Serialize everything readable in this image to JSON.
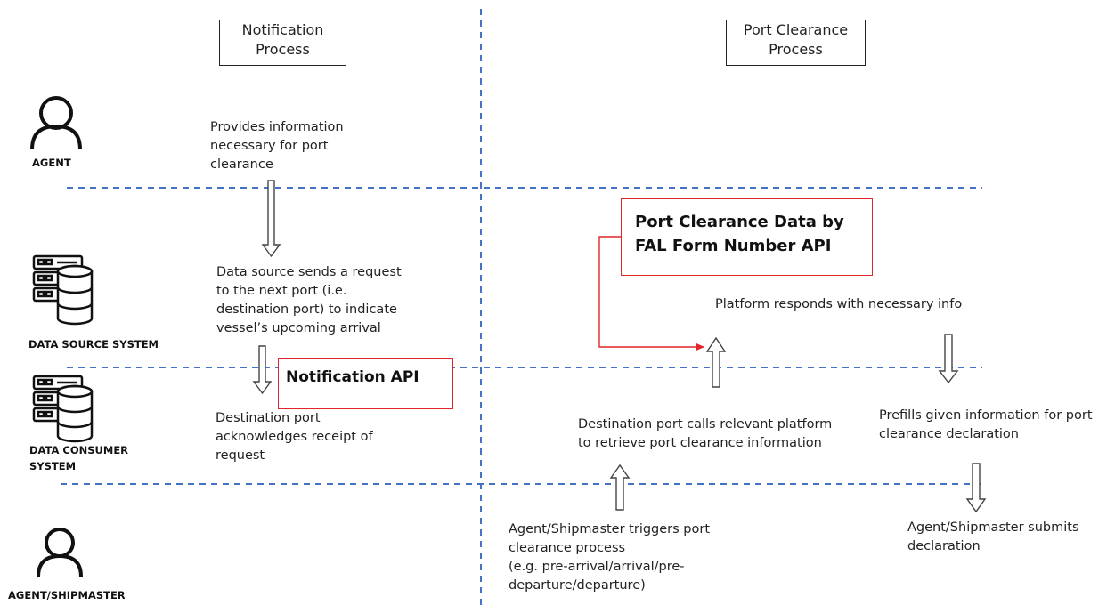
{
  "headers": {
    "notification": "Notification\nProcess",
    "port_clearance": "Port Clearance\nProcess"
  },
  "actors": {
    "agent": "AGENT",
    "data_source": "DATA SOURCE SYSTEM",
    "data_consumer": "DATA CONSUMER\nSYSTEM",
    "agent_shipmaster": "AGENT/SHIPMASTER"
  },
  "apis": {
    "port_clearance_api": "Port Clearance Data by\nFAL Form Number API",
    "notification_api": "Notification API"
  },
  "notification_steps": {
    "provides_info": "Provides information\nnecessary for port\nclearance",
    "sends_request": "Data source sends a request\nto the next port (i.e.\ndestination port) to indicate\nvessel’s upcoming arrival",
    "acknowledges": "Destination port\nacknowledges receipt of\nrequest"
  },
  "port_clearance_steps": {
    "platform_responds": "Platform responds with necessary info",
    "calls_platform": "Destination port calls relevant platform\nto retrieve port clearance information",
    "prefills": "Prefills given information for port\nclearance declaration",
    "triggers": "Agent/Shipmaster triggers port\nclearance process\n(e.g. pre-arrival/arrival/pre-\ndeparture/departure)",
    "submits": "Agent/Shipmaster submits\ndeclaration"
  },
  "colors": {
    "lane_divider": "#4472c4",
    "api_border": "#e0262a",
    "icon_stroke": "#111111"
  }
}
